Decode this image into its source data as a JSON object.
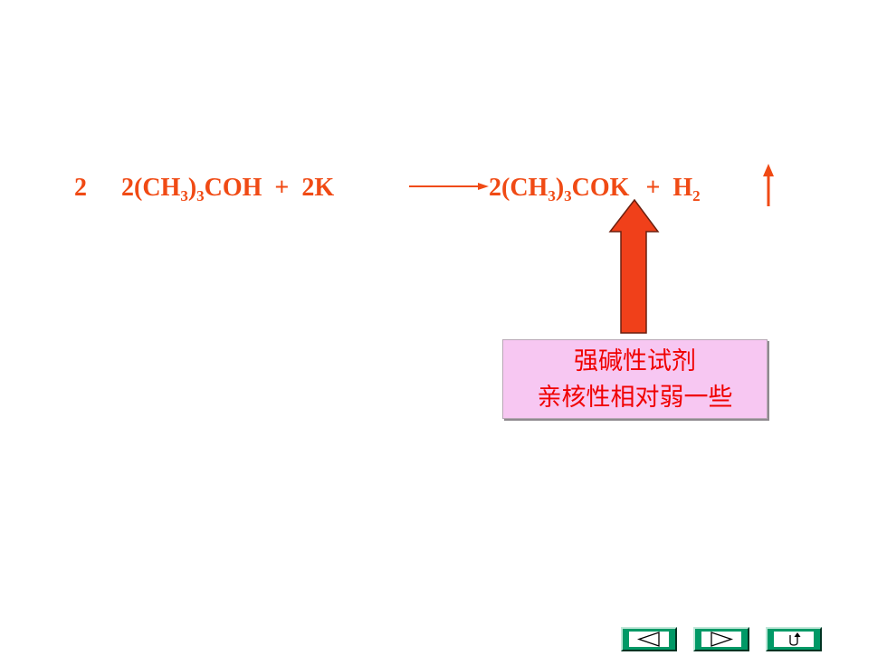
{
  "equation": {
    "step_number": "2",
    "reactants": {
      "part1": "2(CH",
      "sub1": "3",
      "part2": ")",
      "sub2": "3",
      "part3": "COH  +  2K"
    },
    "products": {
      "part1": "2(CH",
      "sub1": "3",
      "part2": ")",
      "sub2": "3",
      "part3": "COK",
      "plus": "+  H",
      "sub3": "2"
    }
  },
  "annotation": {
    "line1": "强碱性试剂",
    "line2": "亲核性相对弱一些"
  },
  "navigation": {
    "prev_icon": "triangle-left-icon",
    "next_icon": "triangle-right-icon",
    "return_icon": "return-arrow-icon"
  },
  "colors": {
    "equation_text": "#f04a14",
    "annotation_text": "#f00000",
    "annotation_background": "#f7c7f2",
    "big_arrow_fill": "#f0401a",
    "nav_button": "#009966"
  }
}
